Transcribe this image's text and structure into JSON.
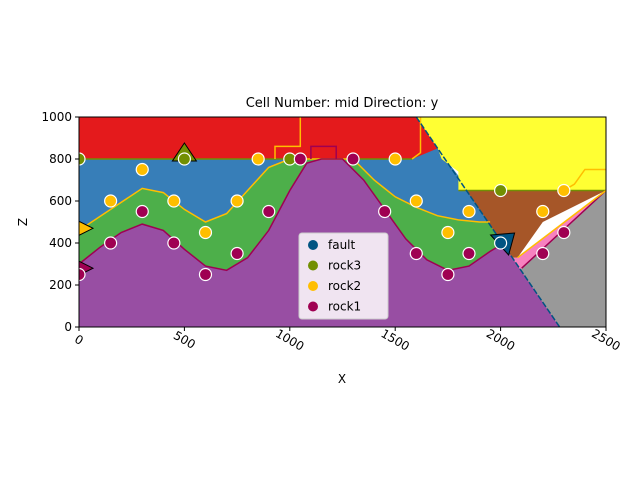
{
  "chart_data": {
    "type": "geological-section",
    "title": "Cell Number: mid Direction: y",
    "xlabel": "X",
    "ylabel": "Z",
    "xlim": [
      0,
      2500
    ],
    "ylim": [
      0,
      1000
    ],
    "xticks": [
      0,
      500,
      1000,
      1500,
      2000,
      2500
    ],
    "yticks": [
      0,
      200,
      400,
      600,
      800,
      1000
    ],
    "xtick_rotation": 30,
    "grid": false,
    "legend": {
      "placement": "lower-center",
      "entries": [
        {
          "name": "fault",
          "color": "#015482"
        },
        {
          "name": "rock3",
          "color": "#728f02"
        },
        {
          "name": "rock2",
          "color": "#ffbe00"
        },
        {
          "name": "rock1",
          "color": "#9f0052"
        }
      ]
    },
    "unit_colors": {
      "top_red": "#e41a1c",
      "yellow": "#ffff33",
      "blue": "#377eb8",
      "brown": "#a65628",
      "green": "#4daf4a",
      "pink": "#f781bf",
      "purple": "#984ea3",
      "grey": "#999999"
    },
    "surface_points": [
      {
        "series": "rock3",
        "x": 0,
        "z": 800
      },
      {
        "series": "rock3",
        "x": 500,
        "z": 800
      },
      {
        "series": "rock3",
        "x": 1000,
        "z": 800
      },
      {
        "series": "rock3",
        "x": 2000,
        "z": 650
      },
      {
        "series": "rock2",
        "x": 150,
        "z": 600
      },
      {
        "series": "rock2",
        "x": 300,
        "z": 750
      },
      {
        "series": "rock2",
        "x": 450,
        "z": 600
      },
      {
        "series": "rock2",
        "x": 600,
        "z": 450
      },
      {
        "series": "rock2",
        "x": 750,
        "z": 600
      },
      {
        "series": "rock2",
        "x": 850,
        "z": 800
      },
      {
        "series": "rock2",
        "x": 1500,
        "z": 800
      },
      {
        "series": "rock2",
        "x": 1600,
        "z": 600
      },
      {
        "series": "rock2",
        "x": 1750,
        "z": 450
      },
      {
        "series": "rock2",
        "x": 1850,
        "z": 550
      },
      {
        "series": "rock2",
        "x": 2200,
        "z": 550
      },
      {
        "series": "rock2",
        "x": 2300,
        "z": 650
      },
      {
        "series": "rock1",
        "x": 0,
        "z": 250
      },
      {
        "series": "rock1",
        "x": 150,
        "z": 400
      },
      {
        "series": "rock1",
        "x": 300,
        "z": 550
      },
      {
        "series": "rock1",
        "x": 450,
        "z": 400
      },
      {
        "series": "rock1",
        "x": 600,
        "z": 250
      },
      {
        "series": "rock1",
        "x": 750,
        "z": 350
      },
      {
        "series": "rock1",
        "x": 900,
        "z": 550
      },
      {
        "series": "rock1",
        "x": 1050,
        "z": 800
      },
      {
        "series": "rock1",
        "x": 1300,
        "z": 800
      },
      {
        "series": "rock1",
        "x": 1450,
        "z": 550
      },
      {
        "series": "rock1",
        "x": 1600,
        "z": 350
      },
      {
        "series": "rock1",
        "x": 1750,
        "z": 250
      },
      {
        "series": "rock1",
        "x": 1850,
        "z": 350
      },
      {
        "series": "rock1",
        "x": 2200,
        "z": 350
      },
      {
        "series": "rock1",
        "x": 2300,
        "z": 450
      },
      {
        "series": "fault",
        "x": 2000,
        "z": 400
      }
    ],
    "orientations": [
      {
        "series": "rock3",
        "x": 500,
        "z": 800
      },
      {
        "series": "rock2",
        "x": 0,
        "z": 470
      },
      {
        "series": "rock1",
        "x": 0,
        "z": 280
      },
      {
        "series": "fault",
        "x": 2000,
        "z": 400
      }
    ],
    "fault_line": [
      [
        1600,
        1000
      ],
      [
        2280,
        0
      ]
    ],
    "interfaces": {
      "rock3_top_left": [
        [
          0,
          800
        ],
        [
          1580,
          800
        ]
      ],
      "rock3_top_right": [
        [
          1800,
          650
        ],
        [
          2500,
          650
        ]
      ],
      "rock2_left": [
        [
          0,
          460
        ],
        [
          150,
          560
        ],
        [
          300,
          660
        ],
        [
          400,
          640
        ],
        [
          500,
          560
        ],
        [
          600,
          500
        ],
        [
          700,
          540
        ],
        [
          800,
          650
        ],
        [
          900,
          760
        ],
        [
          1000,
          800
        ],
        [
          1300,
          800
        ],
        [
          1400,
          700
        ],
        [
          1500,
          620
        ],
        [
          1600,
          570
        ],
        [
          1700,
          530
        ],
        [
          1800,
          510
        ],
        [
          1900,
          500
        ],
        [
          1950,
          500
        ]
      ],
      "rock1_left": [
        [
          0,
          300
        ],
        [
          100,
          380
        ],
        [
          200,
          450
        ],
        [
          300,
          490
        ],
        [
          400,
          460
        ],
        [
          500,
          370
        ],
        [
          600,
          290
        ],
        [
          700,
          270
        ],
        [
          800,
          330
        ],
        [
          900,
          460
        ],
        [
          1000,
          650
        ],
        [
          1080,
          780
        ],
        [
          1150,
          800
        ],
        [
          1250,
          800
        ],
        [
          1350,
          700
        ],
        [
          1450,
          560
        ],
        [
          1550,
          420
        ],
        [
          1650,
          320
        ],
        [
          1750,
          270
        ],
        [
          1850,
          290
        ],
        [
          1950,
          360
        ],
        [
          2000,
          390
        ]
      ]
    }
  }
}
